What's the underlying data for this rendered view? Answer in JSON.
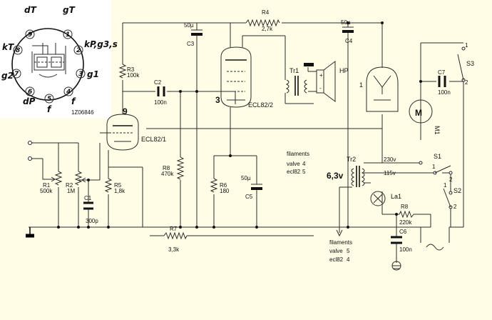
{
  "background_color": "#fffde6",
  "wire_color": "#2b2b2b",
  "pinout": {
    "pins": [
      {
        "num": "9",
        "label": "dT"
      },
      {
        "num": "1",
        "label": "gT"
      },
      {
        "num": "8",
        "label": "kT"
      },
      {
        "num": "2",
        "label": "kP,g3,s"
      },
      {
        "num": "7",
        "label": "g2"
      },
      {
        "num": "3",
        "label": "g1"
      },
      {
        "num": "6",
        "label": "dP"
      },
      {
        "num": "4",
        "label": "f"
      },
      {
        "num": "5",
        "label": "f"
      }
    ],
    "code": "1Z06846"
  },
  "components": {
    "R1": {
      "ref": "R1",
      "value": "500k"
    },
    "R2": {
      "ref": "R2",
      "value": "1M"
    },
    "R3": {
      "ref": "R3",
      "value": "100k"
    },
    "R4": {
      "ref": "R4",
      "value": "2,7k"
    },
    "R5": {
      "ref": "R5",
      "value": "1,8k"
    },
    "R6": {
      "ref": "R6",
      "value": "180"
    },
    "R7": {
      "ref": "R7",
      "value": "3,3k"
    },
    "R8a": {
      "ref": "R8",
      "value": "470k"
    },
    "R8b": {
      "ref": "R8",
      "value": "220k"
    },
    "C1": {
      "ref": "C1",
      "value": "300p"
    },
    "C2": {
      "ref": "C2",
      "value": "100n"
    },
    "C3": {
      "ref": "C3",
      "value": "50µ"
    },
    "C4": {
      "ref": "C4",
      "value": "50µ"
    },
    "C5": {
      "ref": "C5",
      "value": "50µ"
    },
    "C6": {
      "ref": "C6",
      "value": "100n"
    },
    "C7": {
      "ref": "C7",
      "value": "100n"
    },
    "V1": {
      "ref": "ECL82/1",
      "pin": "9"
    },
    "V2": {
      "ref": "ECL82/2",
      "pin": "3"
    },
    "TR1": {
      "ref": "Tr1"
    },
    "HP": {
      "ref": "HP",
      "plus": "+",
      "minus": "-"
    },
    "TR2": {
      "ref": "Tr2",
      "secondary": "6,3v",
      "tap_high": "230v",
      "tap_low": "115v"
    },
    "LA1": {
      "ref": "La1"
    },
    "S1": {
      "ref": "S1",
      "pos1": "1",
      "pos2": "2"
    },
    "S2": {
      "ref": "S2",
      "pos1": "1",
      "pos2": "2"
    },
    "S3": {
      "ref": "S3",
      "pos1": "1",
      "pos2": "2"
    },
    "M1": {
      "ref": "M1",
      "symbol": "M"
    },
    "RECT": {
      "ref": "1"
    }
  },
  "filaments_top": {
    "title": "filaments",
    "row1_name": "valve",
    "row1_value": "4",
    "row2_name": "ecl82",
    "row2_value": "5"
  },
  "filaments_bottom": {
    "title": "filaments",
    "row1_name": "valve",
    "row1_value": "5",
    "row2_name": "ecl82",
    "row2_value": "4"
  }
}
